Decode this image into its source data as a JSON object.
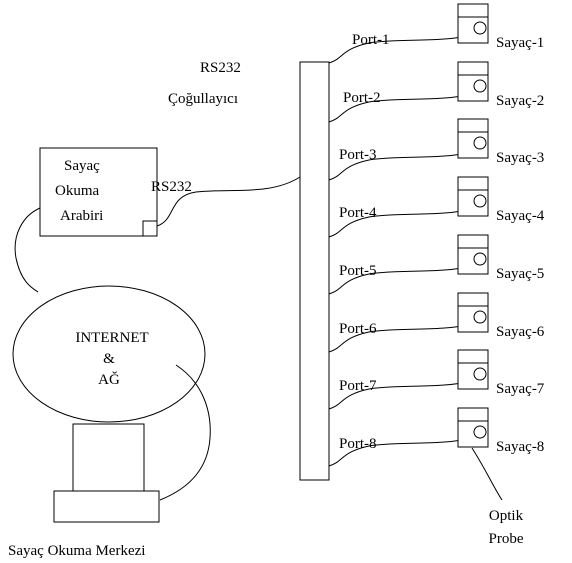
{
  "multiplexer": {
    "line1": "RS232",
    "line2": "Çoğullayıcı"
  },
  "interface": {
    "line1": "Sayaç",
    "line2": "Okuma",
    "line3": "Arabiri"
  },
  "rs232_label": "RS232",
  "network": {
    "line1": "INTERNET",
    "line2": "&",
    "line3": "AĞ"
  },
  "center_label": "Sayaç Okuma Merkezi",
  "probe": {
    "line1": "Optik",
    "line2": "Probe"
  },
  "ports": [
    {
      "port": "Port-1",
      "meter": "Sayaç-1"
    },
    {
      "port": "Port-2",
      "meter": "Sayaç-2"
    },
    {
      "port": "Port-3",
      "meter": "Sayaç-3"
    },
    {
      "port": "Port-4",
      "meter": "Sayaç-4"
    },
    {
      "port": "Port-5",
      "meter": "Sayaç-5"
    },
    {
      "port": "Port-6",
      "meter": "Sayaç-6"
    },
    {
      "port": "Port-7",
      "meter": "Sayaç-7"
    },
    {
      "port": "Port-8",
      "meter": "Sayaç-8"
    }
  ]
}
